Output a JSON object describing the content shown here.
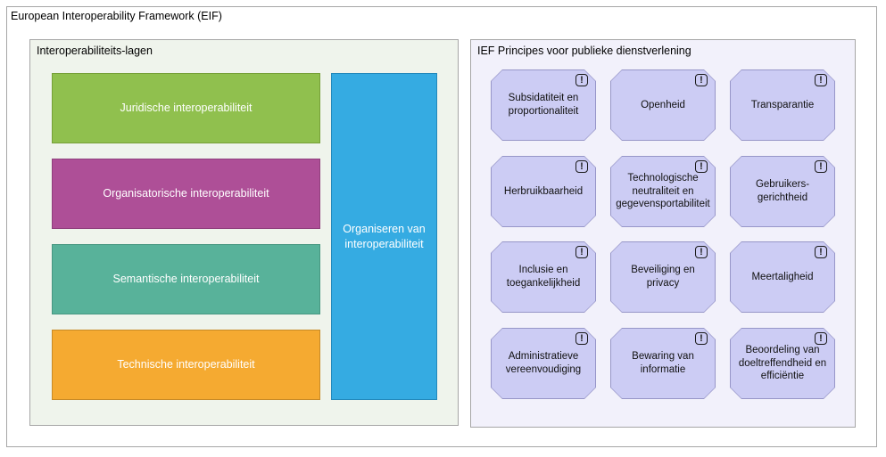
{
  "diagram": {
    "title": "European Interoperability Framework (EIF)"
  },
  "layers_panel": {
    "title": "Interoperabiliteits-lagen",
    "layers": [
      {
        "label": "Juridische interoperabiliteit",
        "fill": "#90c04e",
        "border": "#76a038"
      },
      {
        "label": "Organisatorische interoperabiliteit",
        "fill": "#ae4f97",
        "border": "#8f3f7c"
      },
      {
        "label": "Semantische interoperabiliteit",
        "fill": "#58b29a",
        "border": "#479781"
      },
      {
        "label": "Technische interoperabiliteit",
        "fill": "#f5aa31",
        "border": "#c78a26"
      }
    ],
    "organizer": {
      "label": "Organiseren van interoperabiliteit",
      "fill": "#35abe2",
      "border": "#2288bb"
    }
  },
  "principles_panel": {
    "title": "IEF Principes voor publieke dienstverlening",
    "badge_glyph": "!",
    "fill": "#ccccf4",
    "border": "#9796c8",
    "principles": [
      "Subsidatiteit en proportionaliteit",
      "Openheid",
      "Transparantie",
      "Herbruikbaarheid",
      "Technologische neutraliteit en gegevensportabiliteit",
      "Gebruikers-gerichtheid",
      "Inclusie en toegankelijkheid",
      "Beveiliging en privacy",
      "Meertaligheid",
      "Administratieve vereenvoudiging",
      "Bewaring van informatie",
      "Beoordeling van doeltreffendheid en efficiëntie"
    ]
  },
  "colors": {
    "canvas_bg": "#ffffff",
    "window_border": "#a6a6a6",
    "layers_panel_bg": "#eff4ec",
    "principles_panel_bg": "#f2f1fb",
    "panel_border": "#a6a6a6",
    "bar_text": "#ffffff",
    "label_text": "#111111"
  }
}
